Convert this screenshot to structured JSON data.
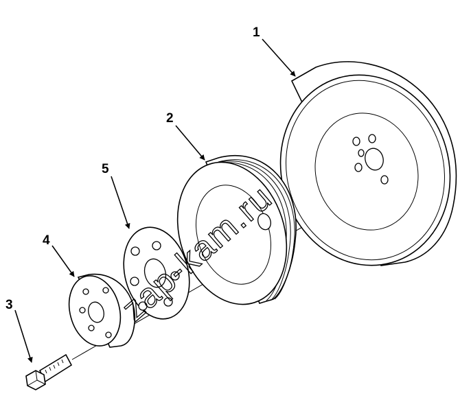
{
  "figure": {
    "reference_code": "",
    "watermark": "zap-kam.ru"
  },
  "callouts": [
    {
      "id": "1",
      "label": "1",
      "part": "balancer-pulley"
    },
    {
      "id": "2",
      "label": "2",
      "part": "crankshaft-pulley"
    },
    {
      "id": "3",
      "label": "3",
      "part": "bolt"
    },
    {
      "id": "4",
      "label": "4",
      "part": "washer-plate"
    },
    {
      "id": "5",
      "label": "5",
      "part": "spacer-plate"
    }
  ]
}
